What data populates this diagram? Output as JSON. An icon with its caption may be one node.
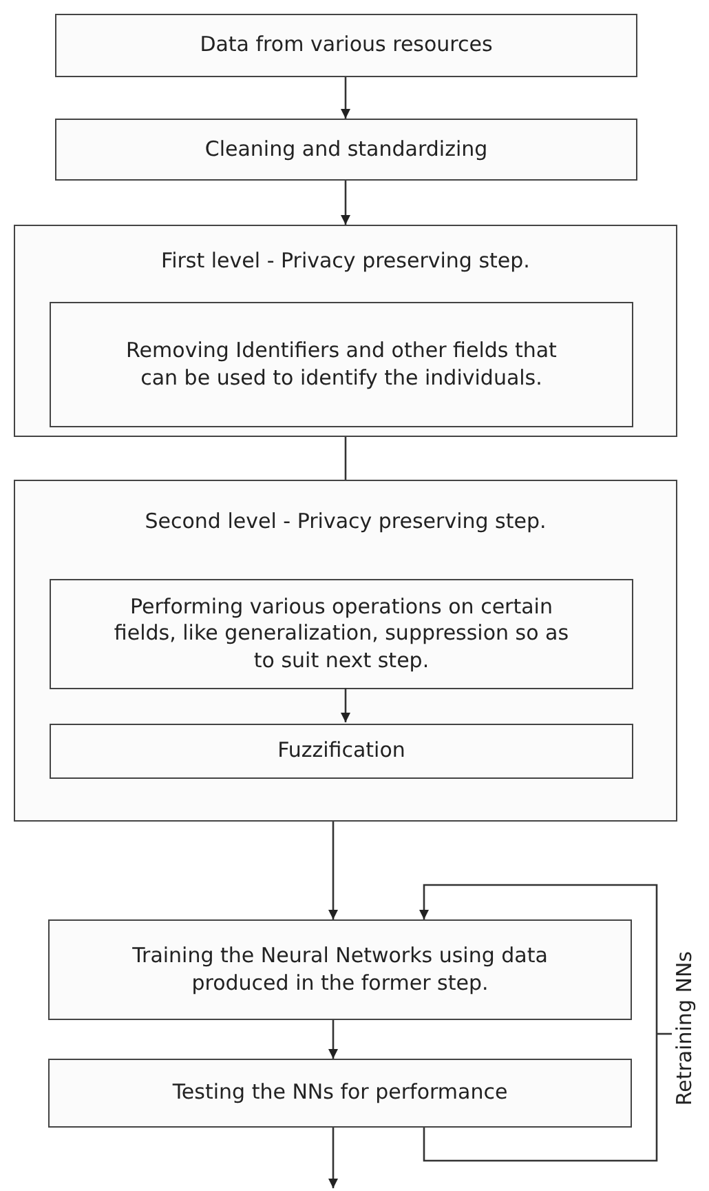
{
  "diagram": {
    "nodes": [
      {
        "text": [
          "Data from various resources"
        ]
      },
      {
        "text": [
          "Cleaning and standardizing"
        ]
      },
      {
        "text": [
          "First level - Privacy preserving step."
        ]
      },
      {
        "text": [
          "Removing Identifiers and other fields that can be used to identify the individuals."
        ],
        "in": 2
      },
      {
        "text": [
          "Second level -  Privacy preserving step."
        ]
      },
      {
        "text": [
          "Performing various operations on certain fields, like generalization, suppression so as to suit next step."
        ],
        "in": 4
      },
      {
        "text": [
          "Fuzzification"
        ],
        "in": 4
      },
      {
        "text": [
          "Training the Neural Networks using data produced in the former step."
        ]
      },
      {
        "text": [
          "Testing the NNs for performance"
        ]
      }
    ],
    "edges": [
      {
        "from": 0,
        "to": 1,
        "arrow": "to"
      },
      {
        "from": 1,
        "to": 2,
        "arrow": "to"
      },
      {
        "from": 2,
        "to": 4,
        "arrow": "none"
      },
      {
        "from": 5,
        "to": 6,
        "arrow": "to"
      },
      {
        "from": 4,
        "to": 7,
        "arrow": "to"
      },
      {
        "from": 7,
        "to": 8,
        "arrow": "to"
      },
      {
        "from": 8,
        "to": 7,
        "arrow": "to",
        "label": "Retraining NNs"
      },
      {
        "from": 8,
        "to": null,
        "arrow": "to"
      }
    ]
  }
}
